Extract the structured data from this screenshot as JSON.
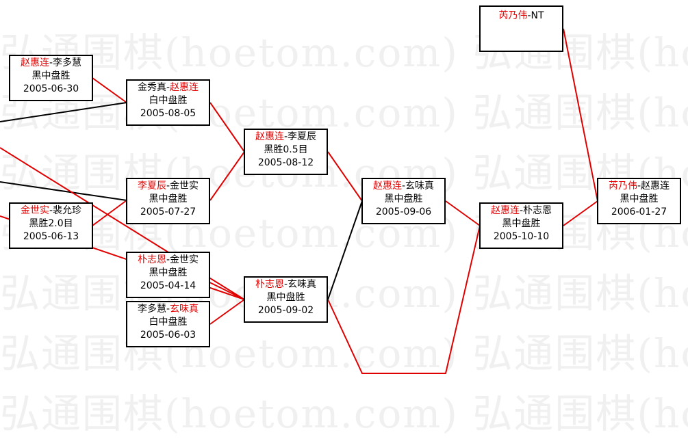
{
  "watermark": "弘通围棋(hoetom.com) 弘通围棋(hoetom.com)",
  "colors": {
    "win_line": "#e00000",
    "loss_line": "#000000",
    "winner_text": "#e00000"
  },
  "games": [
    {
      "id": "g1",
      "p1": "赵惠连",
      "sep": "-",
      "p2": "李多慧",
      "result": "黑中盘胜",
      "date": "2005-06-30",
      "winner": "p1"
    },
    {
      "id": "g2",
      "p1": "金世实",
      "sep": "-",
      "p2": "裴允珍",
      "result": "黑胜2.0目",
      "date": "2005-06-13",
      "winner": "p1"
    },
    {
      "id": "g3",
      "p1": "金秀真",
      "sep": "-",
      "p2": "赵惠连",
      "result": "白中盘胜",
      "date": "2005-08-05",
      "winner": "p2"
    },
    {
      "id": "g4",
      "p1": "李夏辰",
      "sep": "-",
      "p2": "金世实",
      "result": "黑中盘胜",
      "date": "2005-07-27",
      "winner": "p1"
    },
    {
      "id": "g5",
      "p1": "朴志恩",
      "sep": "-",
      "p2": "金世实",
      "result": "黑中盘胜",
      "date": "2005-04-14",
      "winner": "p1"
    },
    {
      "id": "g6",
      "p1": "李多慧",
      "sep": "-",
      "p2": "玄味真",
      "result": "白中盘胜",
      "date": "2005-06-03",
      "winner": "p2"
    },
    {
      "id": "g7",
      "p1": "赵惠连",
      "sep": "-",
      "p2": "李夏辰",
      "result": "黑胜0.5目",
      "date": "2005-08-12",
      "winner": "p1"
    },
    {
      "id": "g8",
      "p1": "朴志恩",
      "sep": "-",
      "p2": "玄味真",
      "result": "黑中盘胜",
      "date": "2005-09-02",
      "winner": "p1"
    },
    {
      "id": "g9",
      "p1": "赵惠连",
      "sep": "-",
      "p2": "玄味真",
      "result": "黑中盘胜",
      "date": "2005-09-06",
      "winner": "p1"
    },
    {
      "id": "g10",
      "p1": "赵惠连",
      "sep": "-",
      "p2": "朴志恩",
      "result": "黑中盘胜",
      "date": "2005-10-10",
      "winner": "p1"
    },
    {
      "id": "g11",
      "p1": "芮乃伟",
      "sep": "-",
      "p2": "NT",
      "result": "",
      "date": "",
      "winner": "p1"
    },
    {
      "id": "g12",
      "p1": "芮乃伟",
      "sep": "-",
      "p2": "赵惠连",
      "result": "黑中盘胜",
      "date": "2006-01-27",
      "winner": "p1"
    }
  ]
}
